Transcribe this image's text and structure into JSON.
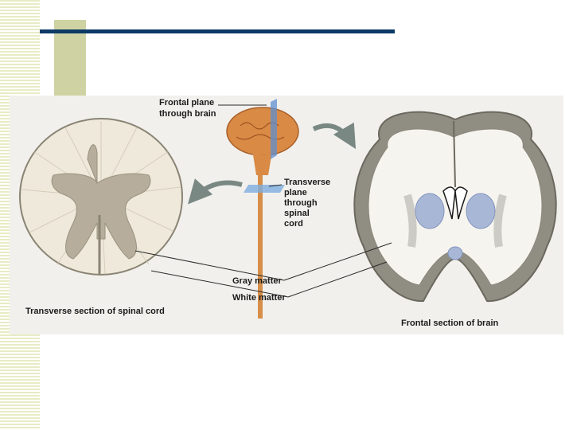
{
  "slide": {
    "colors": {
      "stripe": "#e8ecc4",
      "accent_block": "#cfd3a3",
      "title_bar": "#0d3a66"
    }
  },
  "figure": {
    "frontal_plane_label": [
      "Frontal plane",
      "through brain"
    ],
    "transverse_plane_label": [
      "Transverse",
      "plane",
      "through",
      "spinal",
      "cord"
    ],
    "gray_matter_label": "Gray matter",
    "white_matter_label": "White matter",
    "spinal_caption": "Transverse section of spinal cord",
    "brain_caption": "Frontal section of brain"
  }
}
